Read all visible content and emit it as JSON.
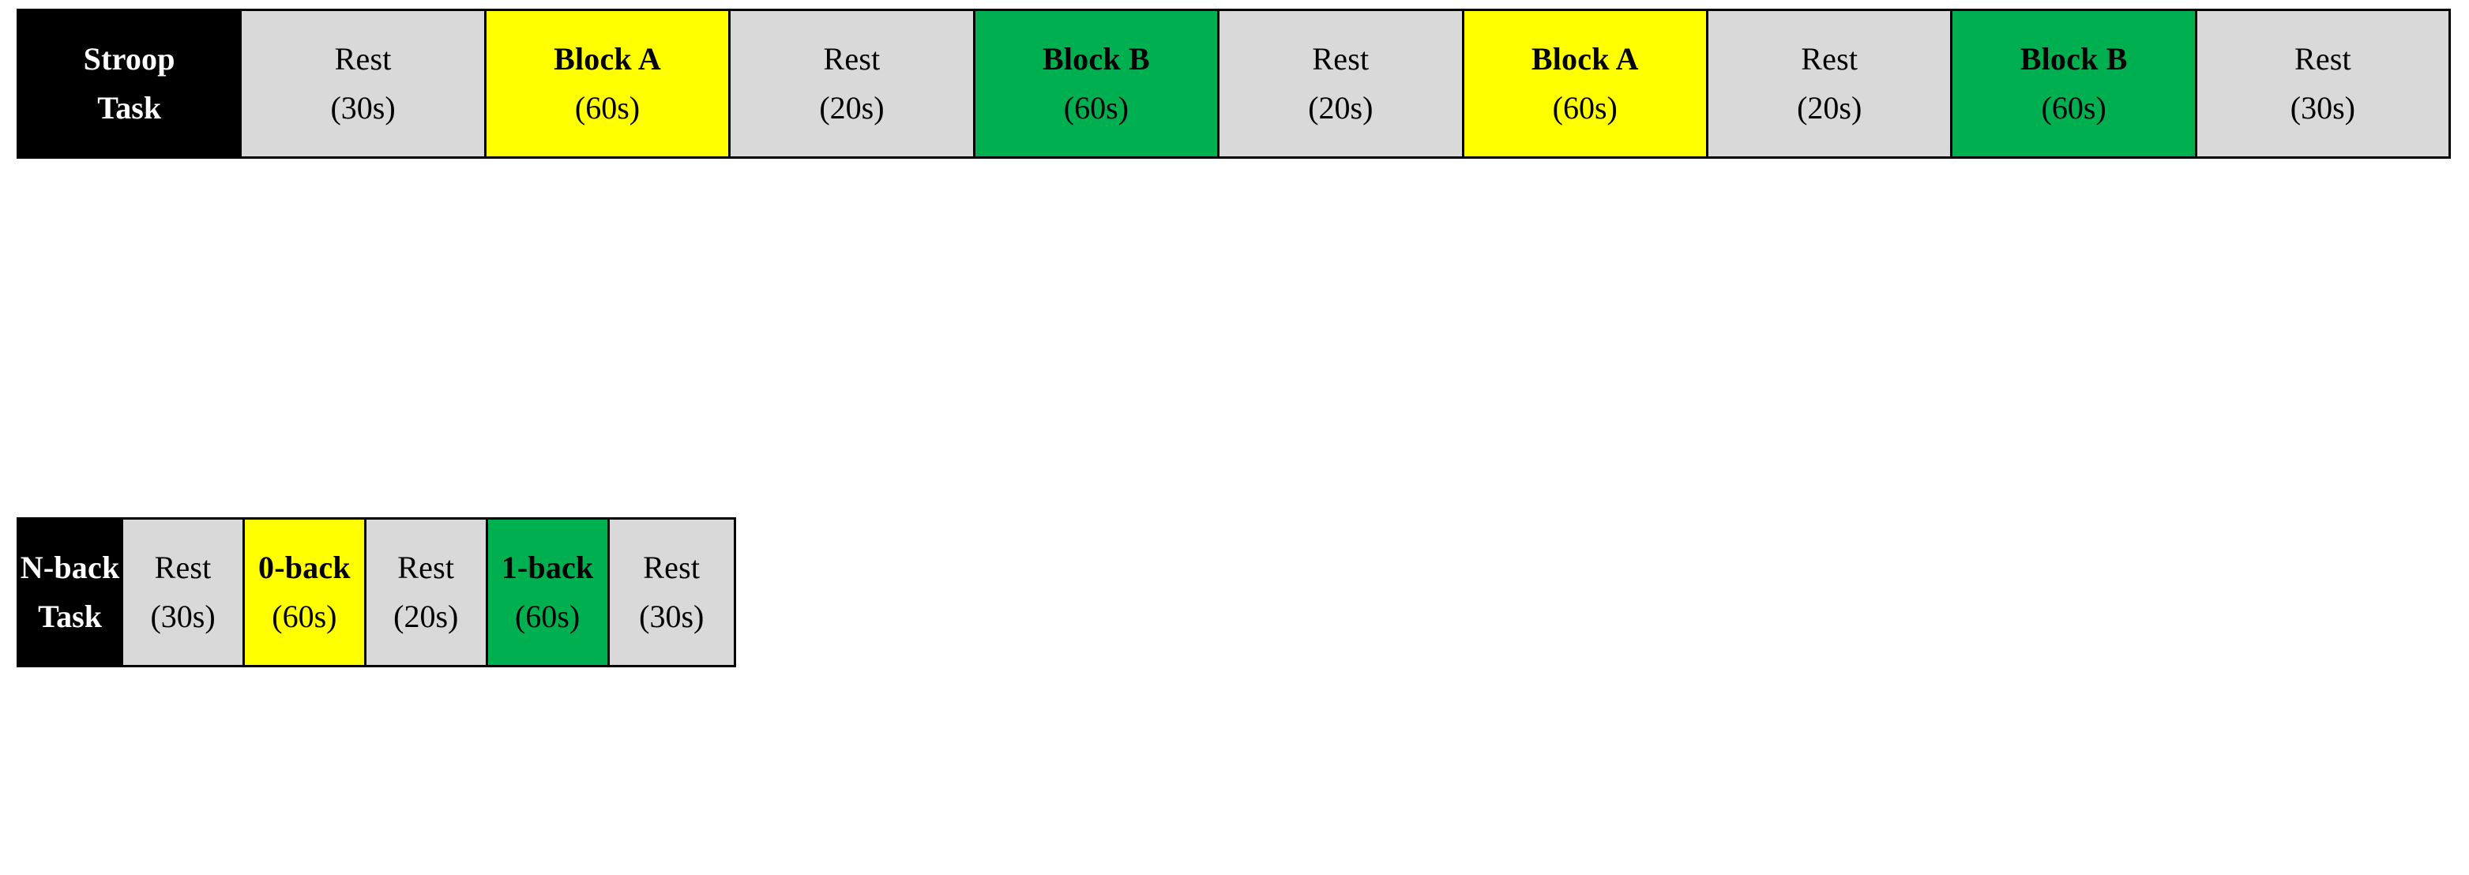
{
  "figure": {
    "description": "Block-design experimental paradigm timelines for two cognitive tasks",
    "background_color": "#FFFFFF",
    "border_color": "#000000"
  },
  "palette": {
    "title_bg": "#000000",
    "title_fg": "#FFFFFF",
    "rest_bg": "#D9D9D9",
    "condition_a_bg": "#FFFF00",
    "condition_b_bg": "#00B050",
    "text_color": "#000000"
  },
  "paradigms": [
    {
      "id": "stroop",
      "name": "Stroop Task timeline",
      "cells": [
        {
          "label": "Stroop",
          "duration": "Task",
          "variant": "title",
          "width_pct": 9.18
        },
        {
          "label": "Rest",
          "duration": "(30s)",
          "variant": "rest",
          "width_pct": 10.06
        },
        {
          "label": "Block A",
          "duration": "(60s)",
          "variant": "yellow",
          "width_pct": 10.06
        },
        {
          "label": "Rest",
          "duration": "(20s)",
          "variant": "rest",
          "width_pct": 10.06
        },
        {
          "label": "Block B",
          "duration": "(60s)",
          "variant": "green",
          "width_pct": 10.06
        },
        {
          "label": "Rest",
          "duration": "(20s)",
          "variant": "rest",
          "width_pct": 10.06
        },
        {
          "label": "Block A",
          "duration": "(60s)",
          "variant": "yellow",
          "width_pct": 10.06
        },
        {
          "label": "Rest",
          "duration": "(20s)",
          "variant": "rest",
          "width_pct": 10.06
        },
        {
          "label": "Block B",
          "duration": "(60s)",
          "variant": "green",
          "width_pct": 10.06
        },
        {
          "label": "Rest",
          "duration": "(30s)",
          "variant": "rest",
          "width_pct": 10.34
        }
      ]
    },
    {
      "id": "nback",
      "name": "N-back Task timeline",
      "cells": [
        {
          "label": "N-back",
          "duration": "Task",
          "variant": "title",
          "width_pct": 14.6
        },
        {
          "label": "Rest",
          "duration": "(30s)",
          "variant": "rest",
          "width_pct": 17.0
        },
        {
          "label": "0-back",
          "duration": "(60s)",
          "variant": "yellow",
          "width_pct": 17.0
        },
        {
          "label": "Rest",
          "duration": "(20s)",
          "variant": "rest",
          "width_pct": 17.0
        },
        {
          "label": "1-back",
          "duration": "(60s)",
          "variant": "green",
          "width_pct": 17.0
        },
        {
          "label": "Rest",
          "duration": "(30s)",
          "variant": "rest",
          "width_pct": 17.4
        }
      ]
    }
  ]
}
